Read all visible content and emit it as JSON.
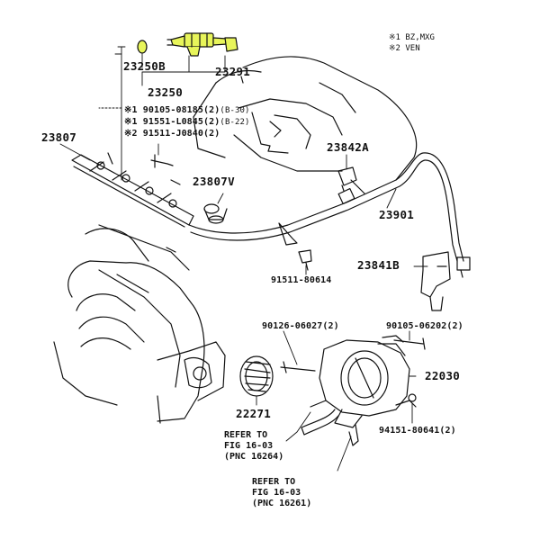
{
  "notes": [
    "※1 BZ,MXG",
    "※2 VEN"
  ],
  "parts": {
    "p23250B": "23250B",
    "p23291": "23291",
    "p23250": "23250",
    "bolt1": "※1 90105-08185(2)",
    "bolt1_note": "(B-30)",
    "bolt2": "※1 91551-L0845(2)",
    "bolt2_note": "(B-22)",
    "bolt3": "※2 91511-J0840(2)",
    "p23807": "23807",
    "p23842A": "23842A",
    "p23807V": "23807V",
    "p23901": "23901",
    "p91511": "91511-80614",
    "p23841B": "23841B",
    "p90126": "90126-06027(2)",
    "p90105b": "90105-06202(2)",
    "p22030": "22030",
    "p22271": "22271",
    "p94151": "94151-80641(2)"
  },
  "refs": {
    "ref1": [
      "REFER TO",
      "FIG 16-03",
      "(PNC 16264)"
    ],
    "ref2": [
      "REFER TO",
      "FIG 16-03",
      "(PNC 16261)"
    ]
  },
  "colors": {
    "line": "#111111",
    "highlight": "#e8f55a"
  }
}
